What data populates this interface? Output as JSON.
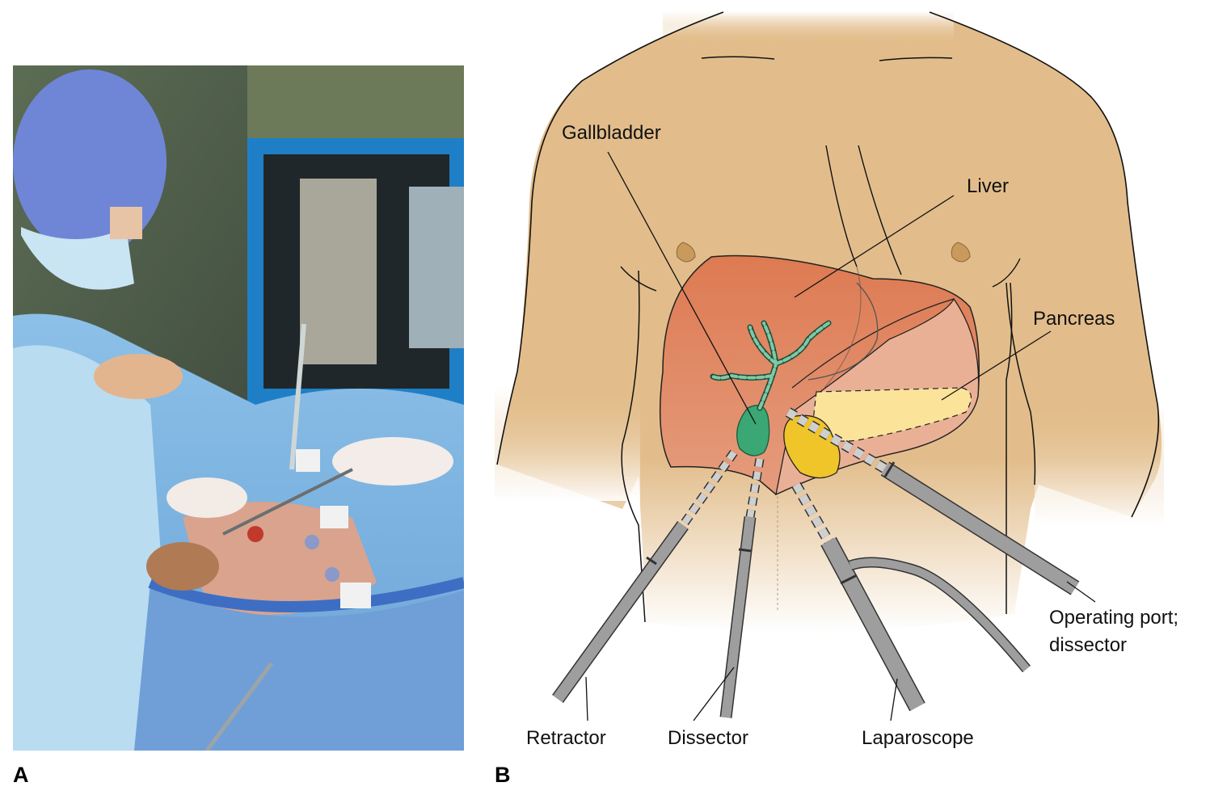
{
  "panels": {
    "a_letter": "A",
    "b_letter": "B"
  },
  "photo": {
    "description_icon": "surgery-photo"
  },
  "labels": {
    "gallbladder": "Gallbladder",
    "liver": "Liver",
    "pancreas": "Pancreas",
    "operating_port_line1": "Operating port;",
    "operating_port_line2": "dissector",
    "retractor": "Retractor",
    "dissector": "Dissector",
    "laparoscope": "Laparoscope"
  },
  "colors": {
    "skin": "#e2bd8b",
    "liver": "#dd7a55",
    "liver_light": "#eab095",
    "gallbladder": "#3aa774",
    "pancreas": "#fbe39a",
    "duodenum": "#f0c52a",
    "instrument": "#9e9e9e",
    "drape": "#7fb6e3"
  }
}
